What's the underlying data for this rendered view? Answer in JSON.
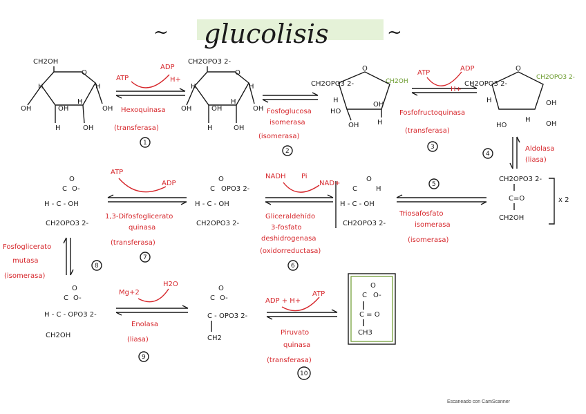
{
  "title": "glucolisis",
  "title_tildes": [
    "~",
    "~"
  ],
  "watermark": "Escaneado con CamScanner",
  "steps": [
    {
      "n": "1",
      "enzyme": [
        "Hexoquinasa"
      ],
      "class": "(transferasa)",
      "cofactors": [
        "ATP",
        "ADP",
        "H+"
      ]
    },
    {
      "n": "2",
      "enzyme": [
        "Fosfoglucosa",
        "isomerasa"
      ],
      "class": "(isomerasa)",
      "cofactors": []
    },
    {
      "n": "3",
      "enzyme": [
        "Fosfofructoquinasa"
      ],
      "class": "(transferasa)",
      "cofactors": [
        "ATP",
        "ADP",
        "H+"
      ]
    },
    {
      "n": "4",
      "enzyme": [
        "Aldolasa"
      ],
      "class": "(liasa)",
      "cofactors": []
    },
    {
      "n": "5",
      "enzyme": [
        "Triosafosfato",
        "isomerasa"
      ],
      "class": "(isomerasa)",
      "cofactors": []
    },
    {
      "n": "6",
      "enzyme": [
        "Gliceraldehído",
        "3-fosfato",
        "deshidrogenasa"
      ],
      "class": "(oxidorreductasa)",
      "cofactors": [
        "NAD+",
        "Pi",
        "NADH"
      ]
    },
    {
      "n": "7",
      "enzyme": [
        "1,3-Difosfoglicerato",
        "quinasa"
      ],
      "class": "(transferasa)",
      "cofactors": [
        "ATP",
        "ADP"
      ]
    },
    {
      "n": "8",
      "enzyme": [
        "Fosfoglicerato",
        "mutasa"
      ],
      "class": "(isomerasa)",
      "cofactors": []
    },
    {
      "n": "9",
      "enzyme": [
        "Enolasa"
      ],
      "class": "(liasa)",
      "cofactors": [
        "Mg+2",
        "H2O"
      ]
    },
    {
      "n": "10",
      "enzyme": [
        "Piruvato",
        "quinasa"
      ],
      "class": "(transferasa)",
      "cofactors": [
        "ADP + H+",
        "ATP"
      ]
    }
  ],
  "molecules": {
    "glucose": {
      "top": "CH2OH",
      "subs": [
        "H",
        "H",
        "OH",
        "OH",
        "H",
        "OH",
        "H",
        "OH"
      ]
    },
    "g6p": {
      "top": "CH2OPO3 2-",
      "subs": [
        "H",
        "H",
        "OH",
        "OH",
        "H",
        "OH",
        "H",
        "OH"
      ]
    },
    "f6p": {
      "left": "CH2OPO3 2-",
      "right": "CH2OH",
      "subs": [
        "H",
        "HO",
        "OH",
        "H",
        "OH"
      ]
    },
    "f16bp": {
      "left": "CH2OPO3 2-",
      "right": "CH2OPO3 2-",
      "subs": [
        "H",
        "HO",
        "OH",
        "H",
        "OH"
      ]
    },
    "dhap": {
      "lines": [
        "CH2OPO3 2-",
        "C=O",
        "CH2OH"
      ],
      "multiplier": "x 2"
    },
    "g3p": {
      "lines": [
        "C",
        "H - C - OH",
        "CH2OPO3 2-"
      ],
      "aldehyde": "O",
      "h": "H"
    },
    "bpg13": {
      "lines": [
        "C",
        "H - C - OH",
        "CH2OPO3 2-"
      ],
      "top": "O",
      "sub": "OPO3 2-"
    },
    "pg3": {
      "lines": [
        "C",
        "H - C - OH",
        "CH2OPO3 2-"
      ],
      "top": "O",
      "sub": "O-"
    },
    "pg2": {
      "lines": [
        "C",
        "H - C - OPO3 2-",
        "CH2OH"
      ],
      "top": "O",
      "sub": "O-"
    },
    "pep": {
      "lines": [
        "C",
        "C - OPO3 2-",
        "CH2"
      ],
      "top": "O",
      "sub": "O-"
    },
    "pyruvate": {
      "lines": [
        "C",
        "C = O",
        "CH3"
      ],
      "top": "O",
      "sub": "O-"
    }
  }
}
